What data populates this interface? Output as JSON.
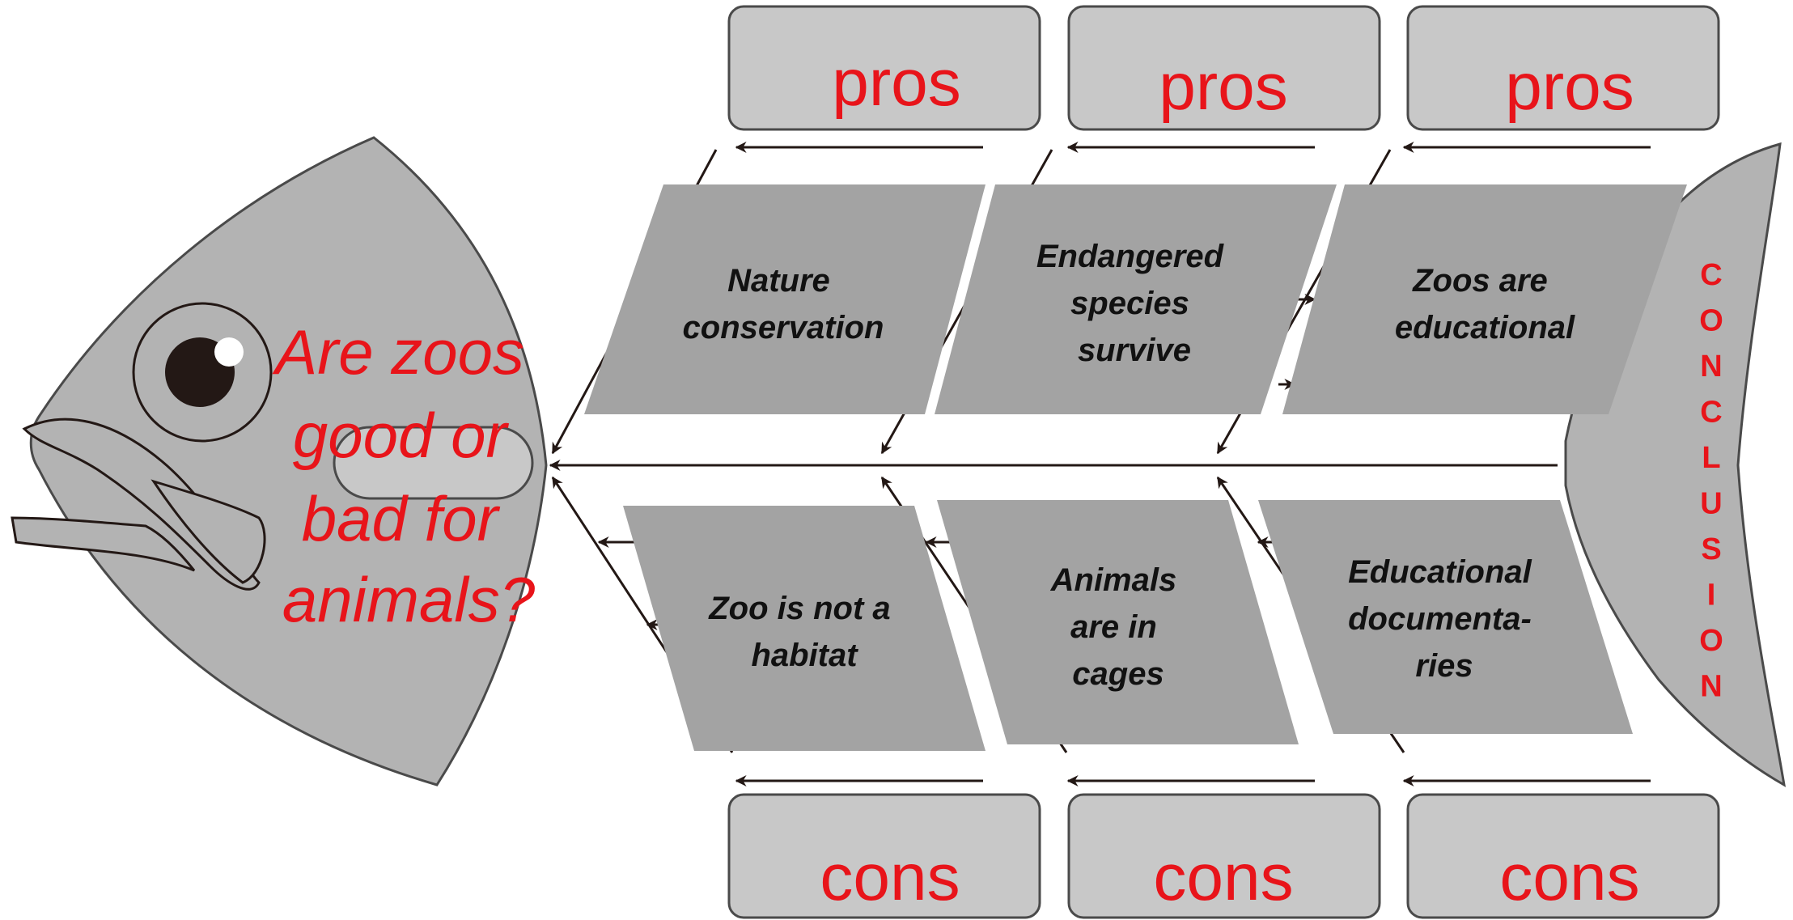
{
  "question": [
    "Are zoos",
    "good or",
    "bad for",
    "animals?"
  ],
  "tail_label": "CONCLUSION",
  "pros_label": "pros",
  "cons_label": "cons",
  "pros_causes": [
    [
      "Nature",
      "conservation"
    ],
    [
      "Endangered",
      "species",
      "survive"
    ],
    [
      "Zoos are",
      "educational"
    ]
  ],
  "cons_causes": [
    [
      "Zoo is not a",
      "habitat"
    ],
    [
      "Animals",
      "are in",
      "cages"
    ],
    [
      "Educational",
      "documenta-",
      "ries"
    ]
  ],
  "colors": {
    "accent_text": "#e8141a",
    "fish_fill": "#b3b3b3",
    "box_fill": "#c8c8c8",
    "cause_fill": "#a3a3a3",
    "line": "#231815"
  }
}
